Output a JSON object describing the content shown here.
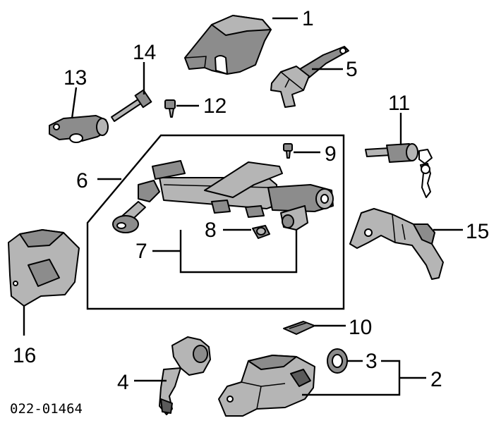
{
  "diagram": {
    "part_number": "022-01464",
    "callouts": {
      "c1": "1",
      "c2": "2",
      "c3": "3",
      "c4": "4",
      "c5": "5",
      "c6": "6",
      "c7": "7",
      "c8": "8",
      "c9": "9",
      "c10": "10",
      "c11": "11",
      "c12": "12",
      "c13": "13",
      "c14": "14",
      "c15": "15",
      "c16": "16"
    }
  }
}
